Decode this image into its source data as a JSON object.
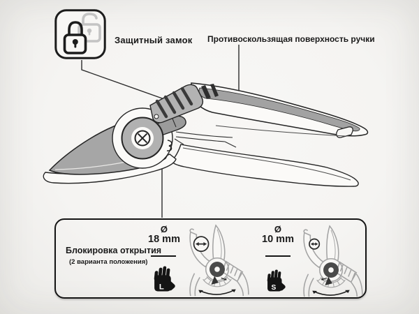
{
  "colors": {
    "background": "#f5f4f2",
    "line_dark": "#242424",
    "blade_gray": "#a6a6a6",
    "ring_gray": "#b1b1b1",
    "rib_dark": "#3a3a3a",
    "mini_line_gray": "#a3a3a3",
    "open_lock_gray": "#c4c4c4",
    "glove_black": "#141414"
  },
  "callouts": {
    "safety_lock": {
      "icon": "padlock-closed-and-open",
      "label": "Защитный замок"
    },
    "grip": {
      "label": "Противоскользящая поверхность ручки"
    }
  },
  "panel": {
    "title": "Блокировка открытия",
    "subtitle": "(2 варианта положения)",
    "options": [
      {
        "symbol": "Ø",
        "diameter": "18 mm",
        "hand": "L"
      },
      {
        "symbol": "Ø",
        "diameter": "10 mm",
        "hand": "S"
      }
    ]
  }
}
